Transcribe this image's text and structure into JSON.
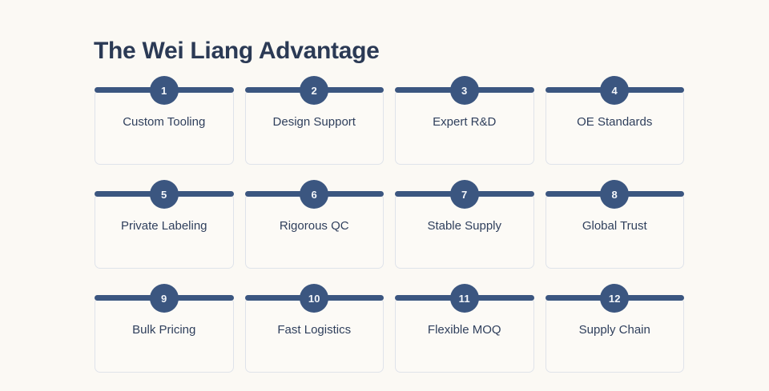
{
  "header": {
    "title": "The Wei Liang Advantage"
  },
  "theme": {
    "page_background": "#fbf9f4",
    "card_background": "#fcfaf6",
    "accent": "#3b5680",
    "border": "#dfe3ea",
    "title_color": "#2b3a55",
    "label_color": "#2f3f5c",
    "badge_text_color": "#f4f7fb"
  },
  "grid": {
    "columns": 4,
    "rows": 3,
    "cards": [
      {
        "number": "1",
        "label": "Custom Tooling"
      },
      {
        "number": "2",
        "label": "Design Support"
      },
      {
        "number": "3",
        "label": "Expert R&D"
      },
      {
        "number": "4",
        "label": "OE Standards"
      },
      {
        "number": "5",
        "label": "Private Labeling"
      },
      {
        "number": "6",
        "label": "Rigorous QC"
      },
      {
        "number": "7",
        "label": "Stable Supply"
      },
      {
        "number": "8",
        "label": "Global Trust"
      },
      {
        "number": "9",
        "label": "Bulk Pricing"
      },
      {
        "number": "10",
        "label": "Fast Logistics"
      },
      {
        "number": "11",
        "label": "Flexible MOQ"
      },
      {
        "number": "12",
        "label": "Supply Chain"
      }
    ]
  }
}
